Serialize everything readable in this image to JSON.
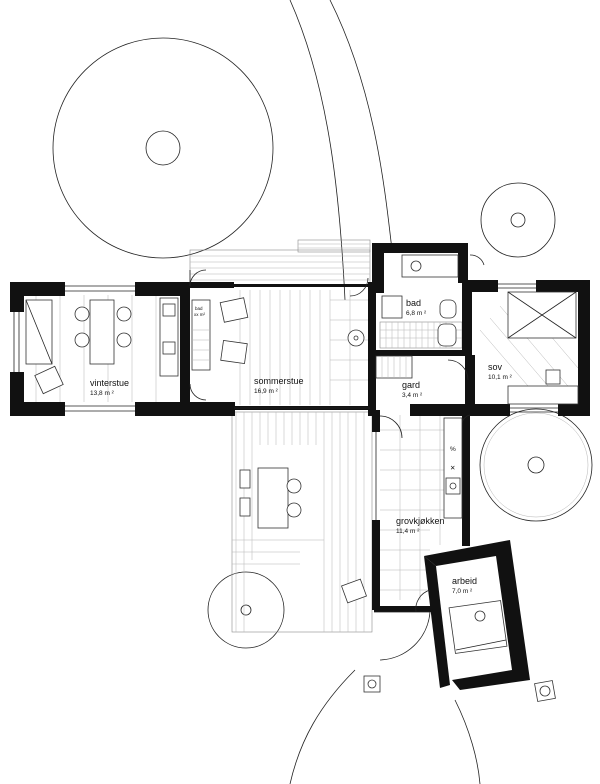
{
  "colors": {
    "wall": "#111111",
    "line": "#222222",
    "thin": "#8a8a8a",
    "background": "#ffffff"
  },
  "rooms": {
    "vinterstue": {
      "name": "vinterstue",
      "area": "13,8 m ²"
    },
    "sommerstue": {
      "name": "sommerstue",
      "area": "16,9 m ²"
    },
    "bad": {
      "name": "bad",
      "area": "6,8 m ²"
    },
    "sov": {
      "name": "sov",
      "area": "10,1 m ²"
    },
    "gard": {
      "name": "gard",
      "area": "3,4 m ²"
    },
    "grovkjokken": {
      "name": "grovkjøkken",
      "area": "11,4 m ²"
    },
    "arbeid": {
      "name": "arbeid",
      "area": "7,0 m ²"
    },
    "bed_small": {
      "name": "bad",
      "area": "xx m²"
    }
  },
  "symbols": {
    "percent": "%",
    "cross": "✕"
  },
  "icons": [
    "tree-icon",
    "sink-icon",
    "toilet-icon",
    "bed-icon",
    "chair-icon",
    "table-icon",
    "stove-icon"
  ]
}
